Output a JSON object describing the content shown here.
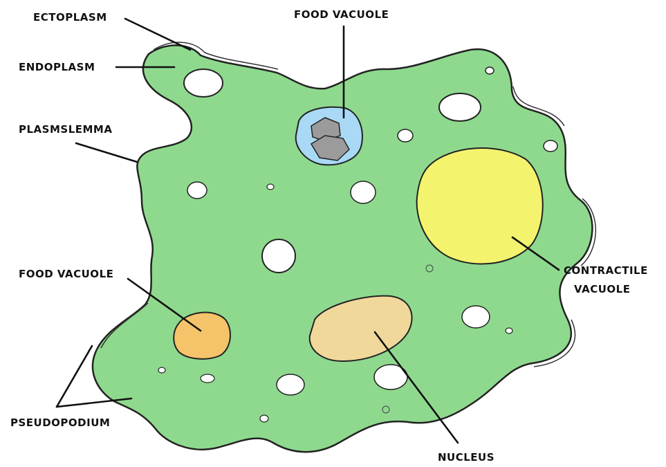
{
  "labels": {
    "ectoplasm": "ECTOPLASM",
    "endoplasm": "ENDOPLASM",
    "plasmslemma": "PLASMSLEMMA",
    "food_vacuole_top": "FOOD VACUOLE",
    "food_vacuole_left": "FOOD VACUOLE",
    "contractile_vacuole_line1": "CONTRACTILE",
    "contractile_vacuole_line2": "VACUOLE",
    "pseudopodium": "PSEUDOPODIUM",
    "nucleus": "NUCLEUS"
  },
  "colors": {
    "cytoplasm": "#8ed98e",
    "food_vacuole_top": "#a9d9f5",
    "food_particles": "#9b9b9b",
    "food_vacuole_left": "#f5c46a",
    "contractile_vacuole": "#f3f36e",
    "nucleus": "#efd89a",
    "outline": "#222222"
  }
}
